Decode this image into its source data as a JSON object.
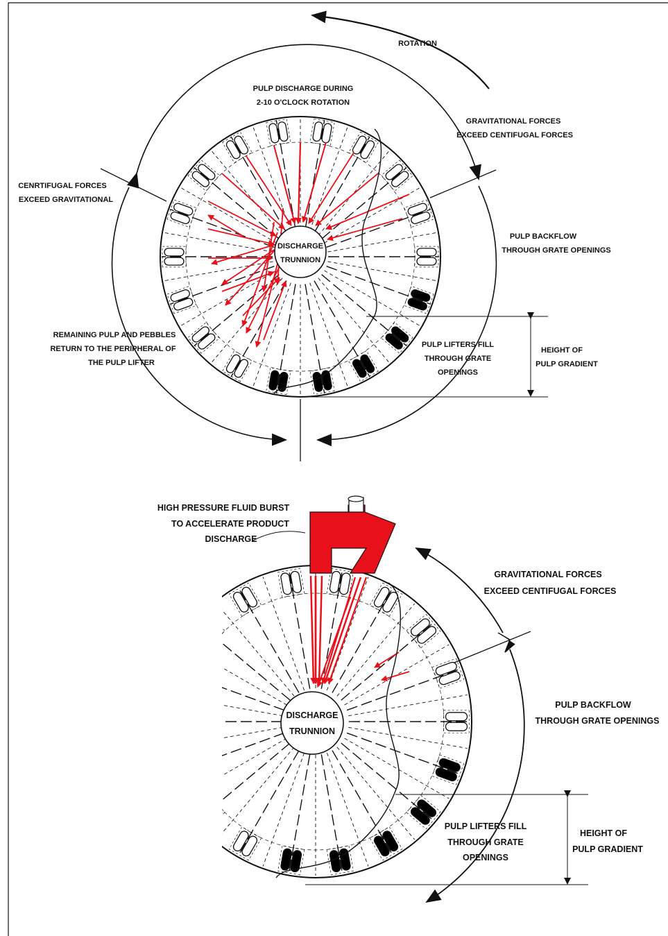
{
  "colors": {
    "ink": "#111111",
    "accent": "#e8101a",
    "paper": "#ffffff",
    "lifter_filled": "#000000"
  },
  "diagram_top": {
    "rotation": "ROTATION",
    "discharge_title": [
      "PULP DISCHARGE DURING",
      "2-10 O'CLOCK ROTATION"
    ],
    "gravitational": [
      "GRAVITATIONAL FORCES",
      "EXCEED CENTIFUGAL FORCES"
    ],
    "centrifugal": [
      "CENRTIFUGAL FORCES",
      "EXCEED GRAVITATIONAL"
    ],
    "backflow": [
      "PULP BACKFLOW",
      "THROUGH GRATE OPENINGS"
    ],
    "trunnion": [
      "DISCHARGE",
      "TRUNNION"
    ],
    "remaining": [
      "REMAINING PULP AND PEBBLES",
      "RETURN TO THE PERIPHERAL OF",
      "THE PULP LIFTER"
    ],
    "lifters_fill": [
      "PULP LIFTERS FILL",
      "THROUGH GRATE",
      "OPENINGS"
    ],
    "height": [
      "HEIGHT OF",
      "PULP GRADIENT"
    ]
  },
  "diagram_bottom": {
    "fluid_burst": [
      "HIGH PRESSURE FLUID BURST",
      "TO ACCELERATE PRODUCT",
      "DISCHARGE"
    ],
    "gravitational": [
      "GRAVITATIONAL FORCES",
      "EXCEED CENTIFUGAL FORCES"
    ],
    "backflow": [
      "PULP BACKFLOW",
      "THROUGH GRATE OPENINGS"
    ],
    "trunnion": [
      "DISCHARGE",
      "TRUNNION"
    ],
    "lifters_fill": [
      "PULP LIFTERS FILL",
      "THROUGH GRATE",
      "OPENINGS"
    ],
    "height": [
      "HEIGHT OF",
      "PULP GRADIENT"
    ]
  }
}
